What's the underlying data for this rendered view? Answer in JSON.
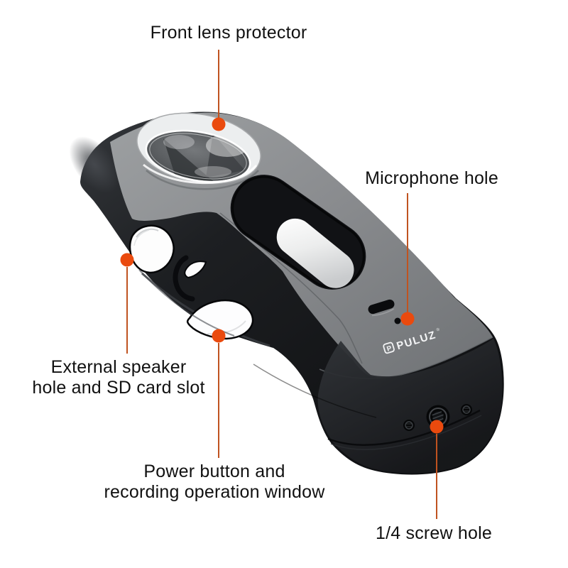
{
  "title": "Camera protective case feature callout diagram",
  "background": "#ffffff",
  "device": {
    "brand": "PULUZ",
    "brand_mark": "®",
    "logo_icon": "P",
    "body_color": "#1a1b1e",
    "face_color": "#8b8d90",
    "logo_text_color": "#f4f5f6"
  },
  "callouts": {
    "dot_color": "#ea4a0e",
    "line_color": "#c05320",
    "text_color": "#111111",
    "items": [
      {
        "id": "front-lens-protector",
        "lines": [
          "Front lens protector"
        ]
      },
      {
        "id": "microphone-hole",
        "lines": [
          "Microphone hole"
        ]
      },
      {
        "id": "speaker-sd-slot",
        "lines": [
          "External speaker",
          "hole and SD card slot"
        ]
      },
      {
        "id": "power-button-window",
        "lines": [
          "Power button and",
          "recording operation window"
        ]
      },
      {
        "id": "quarter-screw-hole",
        "lines": [
          "1/4 screw hole"
        ]
      }
    ]
  }
}
